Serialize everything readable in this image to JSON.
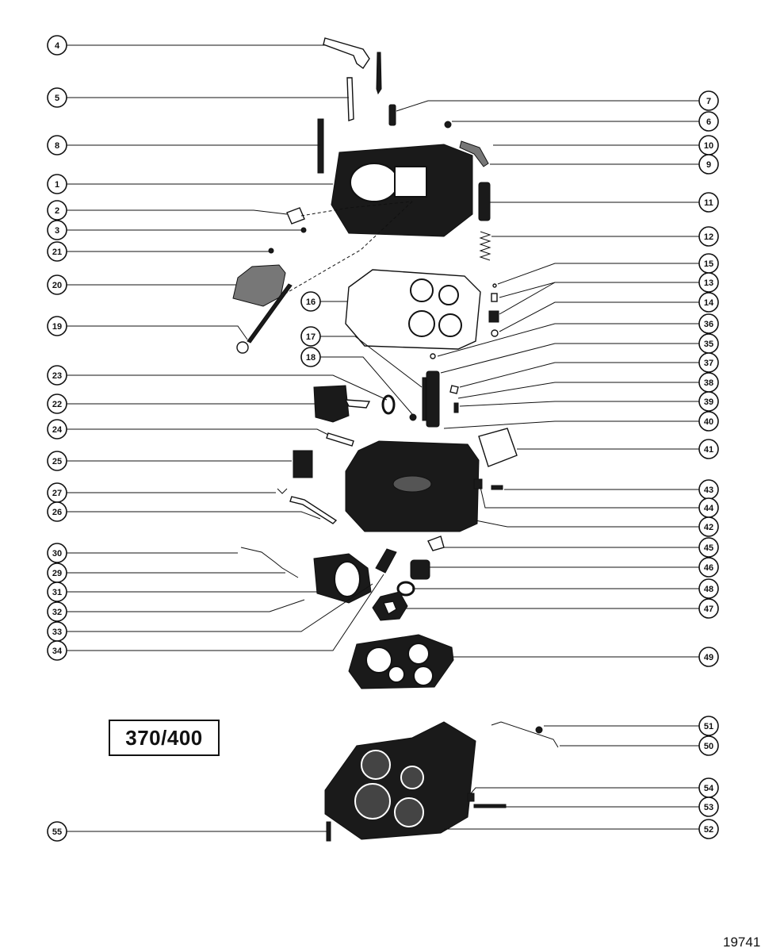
{
  "model_label": "370/400",
  "figure_number": "19741",
  "callouts_left": [
    "4",
    "5",
    "8",
    "1",
    "2",
    "3",
    "21",
    "20",
    "19",
    "23",
    "22",
    "24",
    "25",
    "27",
    "26",
    "30",
    "29",
    "31",
    "32",
    "33",
    "34",
    "55"
  ],
  "callouts_right": [
    "7",
    "6",
    "10",
    "9",
    "11",
    "12",
    "15",
    "13",
    "14",
    "36",
    "35",
    "37",
    "38",
    "39",
    "40",
    "41",
    "43",
    "44",
    "42",
    "45",
    "46",
    "48",
    "47",
    "49",
    "51",
    "50",
    "54",
    "53",
    "52"
  ],
  "callouts_inner": [
    "16",
    "17",
    "18"
  ]
}
